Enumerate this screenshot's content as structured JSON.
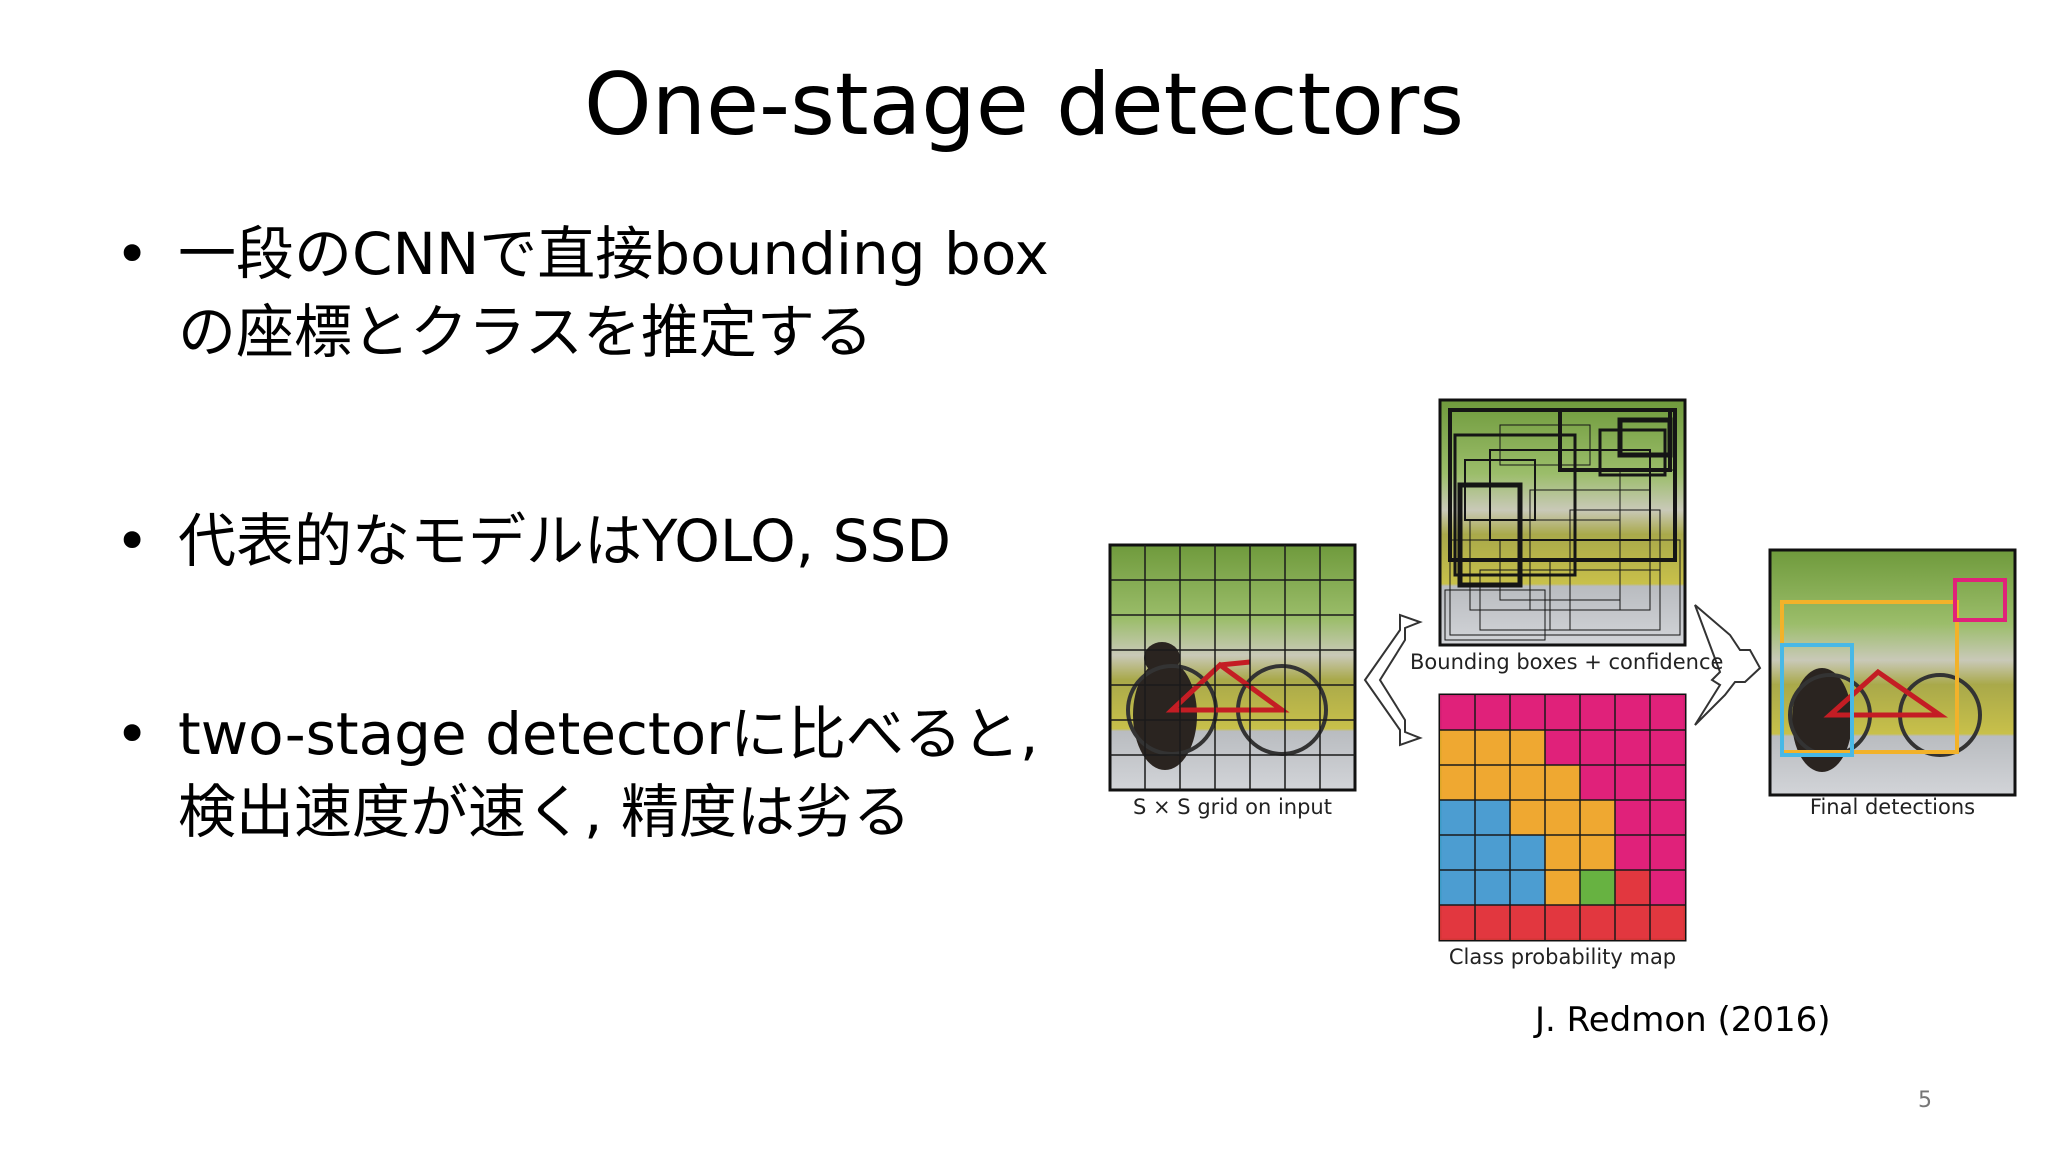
{
  "slide": {
    "title": "One-stage detectors",
    "bullets": [
      {
        "marker": "•",
        "lines": [
          "一段のCNNで直接bounding box",
          "の座標とクラスを推定する"
        ]
      },
      {
        "marker": "•",
        "lines": [
          "代表的なモデルはYOLO, SSD"
        ]
      },
      {
        "marker": "•",
        "lines": [
          "two-stage detectorに比べると,",
          "検出速度が速く, 精度は劣る"
        ]
      }
    ],
    "figure": {
      "captions": {
        "input": "S × S grid on input",
        "boxes": "Bounding boxes + confidence",
        "classmap": "Class probability map",
        "final": "Final detections"
      },
      "grid_cells": 7
    },
    "credit": "J. Redmon (2016)",
    "page_number": "5"
  },
  "colors": {
    "text": "#000000",
    "grid_line": "#1a1a1a",
    "class_magenta": "#e0227a",
    "class_yellow": "#f0b42a",
    "class_blue": "#3fa8d8",
    "class_green": "#5cbf3c",
    "class_red": "#e23a3a",
    "det_magenta": "#e0227a",
    "det_yellow": "#f2b22a",
    "det_blue": "#48b8e6"
  }
}
